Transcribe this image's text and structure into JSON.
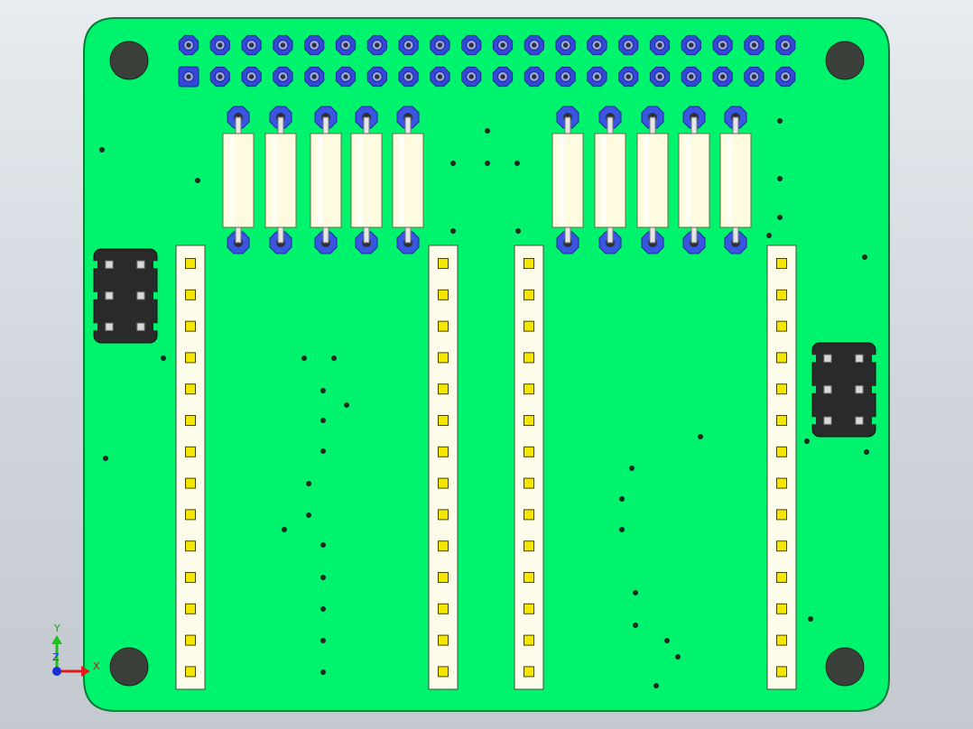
{
  "viewport": {
    "background": "#d4d9de",
    "board_color": "#00f36c",
    "board_edge_color": "#0a7a3a"
  },
  "components": {
    "header_pad_color": "#3348d6",
    "header_pad_rows": 2,
    "header_pad_columns": 20,
    "resistor_count_left": 5,
    "resistor_count_right": 5,
    "resistor_body_color": "#fffbe0",
    "pin_header_strips": 4,
    "pins_per_strip": 14,
    "pin_pad_color": "#f5e600",
    "jumper_block_color": "#2a2a2a",
    "jumper_pins_per_block": 6,
    "mounting_holes": 4
  },
  "triad": {
    "x_label": "X",
    "y_label": "Y",
    "z_label": "Z",
    "x_color": "#e01c1c",
    "y_color": "#18c418",
    "z_color": "#1a2ed8"
  }
}
